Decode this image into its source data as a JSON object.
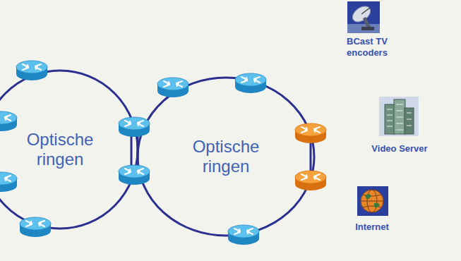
{
  "diagram": {
    "nodes": [
      {
        "text": [
          "Optische ringen"
        ]
      },
      {
        "text": [
          "Optische ringen"
        ]
      },
      {
        "text": [
          "BCast TV encoders"
        ]
      },
      {
        "text": [
          "Video Server"
        ]
      },
      {
        "text": [
          "Internet"
        ]
      }
    ]
  }
}
